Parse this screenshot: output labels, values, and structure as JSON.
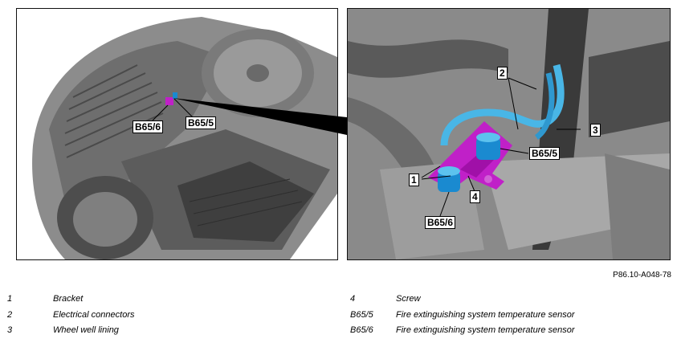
{
  "callouts": {
    "left_b656": "B65/6",
    "left_b655": "B65/5",
    "right_2": "2",
    "right_3": "3",
    "right_b655": "B65/5",
    "right_1": "1",
    "right_4": "4",
    "right_b656": "B65/6"
  },
  "document_id": "P86.10-A048-78",
  "legend": {
    "left": [
      {
        "key": "1",
        "desc": "Bracket"
      },
      {
        "key": "2",
        "desc": "Electrical connectors"
      },
      {
        "key": "3",
        "desc": "Wheel well lining"
      }
    ],
    "right": [
      {
        "key": "4",
        "desc": "Screw"
      },
      {
        "key": "B65/5",
        "desc": "Fire extinguishing system temperature sensor"
      },
      {
        "key": "B65/6",
        "desc": "Fire extinguishing system temperature sensor"
      }
    ]
  },
  "colors": {
    "bracket": "#c020c8",
    "sensor": "#1a8ad0",
    "cable": "#49b6e6"
  }
}
